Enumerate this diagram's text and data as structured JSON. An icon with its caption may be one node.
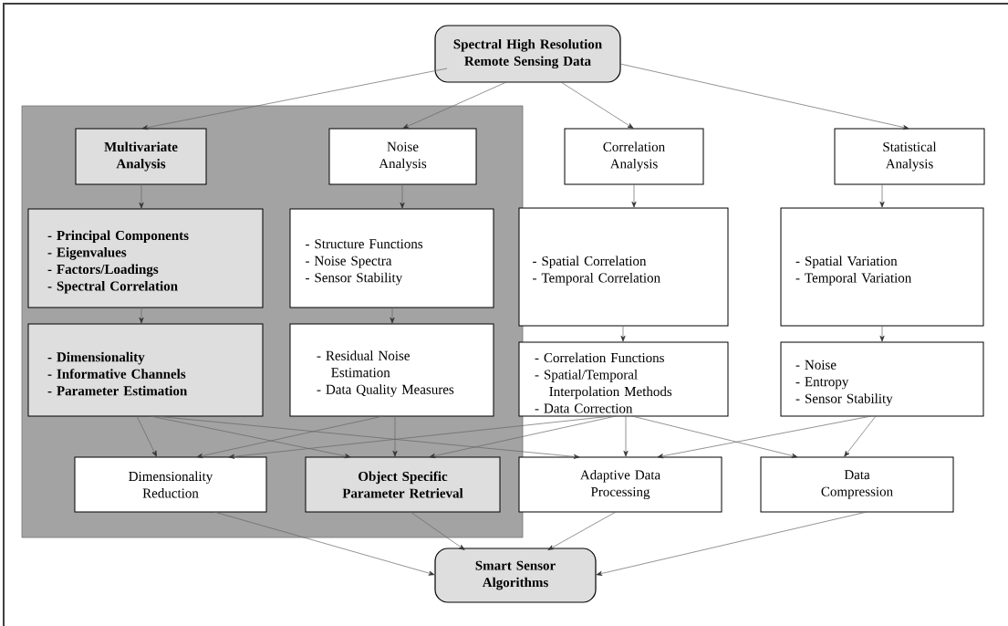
{
  "diagram": {
    "nodes": [
      {
        "text": [
          "Spectral High Resolution Remote Sensing Data"
        ]
      },
      {
        "text": [],
        "shape": "box"
      },
      {
        "text": [
          "Multivariate Analysis"
        ],
        "in": 1
      },
      {
        "text": [
          "Noise Analysis"
        ],
        "in": 1
      },
      {
        "text": [
          "Correlation Analysis"
        ]
      },
      {
        "text": [
          "Statistical Analysis"
        ]
      },
      {
        "text": [
          "- Principal Components",
          "- Eigenvalues",
          "- Factors/Loadings",
          "- Spectral Correlation"
        ],
        "in": 1
      },
      {
        "text": [
          "- Structure Functions",
          "- Noise Spectra",
          "- Sensor Stability"
        ],
        "in": 1
      },
      {
        "text": [
          "- Spatial Correlation",
          "- Temporal Correlation"
        ]
      },
      {
        "text": [
          "- Spatial Variation",
          "- Temporal Variation"
        ]
      },
      {
        "text": [
          "- Dimensionality",
          "- Informative Channels",
          "- Parameter Estimation"
        ],
        "in": 1
      },
      {
        "text": [
          "- Residual Noise Estimation",
          "- Data Quality Measures"
        ],
        "in": 1
      },
      {
        "text": [
          "- Correlation Functions",
          "- Spatial/Temporal Interpolation Methods",
          "- Data Correction"
        ]
      },
      {
        "text": [
          "- Noise",
          "- Entropy",
          "- Sensor Stability"
        ]
      },
      {
        "text": [
          "Dimensionality Reduction"
        ],
        "in": 1
      },
      {
        "text": [
          "Object Specific Parameter Retrieval"
        ],
        "in": 1
      },
      {
        "text": [
          "Adaptive Data Processing"
        ]
      },
      {
        "text": [
          "Data Compression"
        ]
      },
      {
        "text": [
          "Smart Sensor Algorithms"
        ]
      }
    ],
    "edges": [
      {
        "from": 0,
        "to": 2,
        "arrow": "to"
      },
      {
        "from": 0,
        "to": 3,
        "arrow": "to"
      },
      {
        "from": 0,
        "to": 4,
        "arrow": "to"
      },
      {
        "from": 0,
        "to": 5,
        "arrow": "to"
      },
      {
        "from": 2,
        "to": 6,
        "arrow": "to"
      },
      {
        "from": 3,
        "to": 7,
        "arrow": "to"
      },
      {
        "from": 4,
        "to": 8,
        "arrow": "to"
      },
      {
        "from": 5,
        "to": 9,
        "arrow": "to"
      },
      {
        "from": 6,
        "to": 10,
        "arrow": "to"
      },
      {
        "from": 7,
        "to": 11,
        "arrow": "to"
      },
      {
        "from": 8,
        "to": 12,
        "arrow": "to"
      },
      {
        "from": 9,
        "to": 13,
        "arrow": "to"
      },
      {
        "from": 10,
        "to": 14,
        "arrow": "to"
      },
      {
        "from": 10,
        "to": 15,
        "arrow": "to"
      },
      {
        "from": 10,
        "to": 16,
        "arrow": "to"
      },
      {
        "from": 11,
        "to": 14,
        "arrow": "to"
      },
      {
        "from": 11,
        "to": 15,
        "arrow": "to"
      },
      {
        "from": 12,
        "to": 14,
        "arrow": "to"
      },
      {
        "from": 12,
        "to": 15,
        "arrow": "to"
      },
      {
        "from": 12,
        "to": 16,
        "arrow": "to"
      },
      {
        "from": 12,
        "to": 17,
        "arrow": "to"
      },
      {
        "from": 13,
        "to": 16,
        "arrow": "to"
      },
      {
        "from": 13,
        "to": 17,
        "arrow": "to"
      },
      {
        "from": 14,
        "to": 18,
        "arrow": "to"
      },
      {
        "from": 15,
        "to": 18,
        "arrow": "to"
      },
      {
        "from": 16,
        "to": 18,
        "arrow": "to"
      },
      {
        "from": 17,
        "to": 18,
        "arrow": "to"
      }
    ]
  }
}
